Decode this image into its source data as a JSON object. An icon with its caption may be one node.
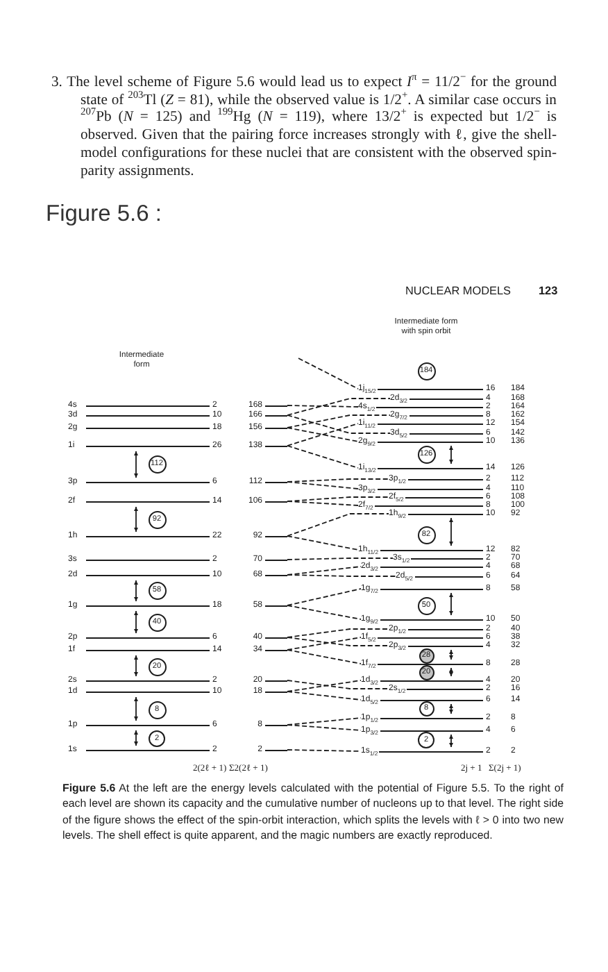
{
  "diagram": {
    "title": "Figure 5.6 :",
    "caption": "**Figure 5.6** At the left are the energy levels calculated with the potential of Figure 5.5. To the right of each level are shown its capacity and the cumulative number of nucleons up to that level. The right side of the figure shows the effect of the spin-orbit interaction, which splits the levels with ℓ > 0 into two new levels. The shell effect is quite apparent, and the magic numbers are exactly reproduced.",
    "nodes": [
      {
        "text": [
          "4s",
          "2",
          "168"
        ]
      },
      {
        "text": [
          "3d",
          "10",
          "166"
        ]
      },
      {
        "text": [
          "2g",
          "18",
          "156"
        ]
      },
      {
        "text": [
          "1i",
          "26",
          "138"
        ]
      },
      {
        "text": [
          "112"
        ]
      },
      {
        "text": [
          "3p",
          "6",
          "112"
        ]
      },
      {
        "text": [
          "2f",
          "14",
          "106"
        ]
      },
      {
        "text": [
          "92"
        ]
      },
      {
        "text": [
          "1h",
          "22",
          "92"
        ]
      },
      {
        "text": [
          "3s",
          "2",
          "70"
        ]
      },
      {
        "text": [
          "2d",
          "10",
          "68"
        ]
      },
      {
        "text": [
          "58"
        ]
      },
      {
        "text": [
          "1g",
          "18",
          "58"
        ]
      },
      {
        "text": [
          "40"
        ]
      },
      {
        "text": [
          "2p",
          "6",
          "40"
        ]
      },
      {
        "text": [
          "1f",
          "14",
          "34"
        ]
      },
      {
        "text": [
          "20"
        ]
      },
      {
        "text": [
          "2s",
          "2",
          "20"
        ]
      },
      {
        "text": [
          "1d",
          "10",
          "18"
        ]
      },
      {
        "text": [
          "8"
        ]
      },
      {
        "text": [
          "1p",
          "6",
          "8"
        ]
      },
      {
        "text": [
          "2"
        ]
      },
      {
        "text": [
          "1s",
          "2",
          "2"
        ]
      },
      {
        "text": [
          "184"
        ]
      },
      {
        "text": [
          "1j$_{15/2}$",
          "16",
          "184"
        ]
      },
      {
        "text": [
          "2d$_{3/2}$",
          "4",
          "168"
        ]
      },
      {
        "text": [
          "4s$_{1/2}$",
          "2",
          "164"
        ]
      },
      {
        "text": [
          "2g$_{7/2}$",
          "8",
          "162"
        ]
      },
      {
        "text": [
          "1i$_{11/2}$",
          "12",
          "154"
        ]
      },
      {
        "text": [
          "3d$_{5/2}$",
          "6",
          "142"
        ]
      },
      {
        "text": [
          "2g$_{9/2}$",
          "10",
          "136"
        ]
      },
      {
        "text": [
          "126"
        ]
      },
      {
        "text": [
          "1i$_{13/2}$",
          "14",
          "126"
        ]
      },
      {
        "text": [
          "3p$_{1/2}$",
          "2",
          "112"
        ]
      },
      {
        "text": [
          "3p$_{3/2}$",
          "4",
          "110"
        ]
      },
      {
        "text": [
          "2f$_{5/2}$",
          "6",
          "108"
        ]
      },
      {
        "text": [
          "2f$_{7/2}$",
          "8",
          "100"
        ]
      },
      {
        "text": [
          "1h$_{9/2}$",
          "10",
          "92"
        ]
      },
      {
        "text": [
          "82"
        ]
      },
      {
        "text": [
          "1h$_{11/2}$",
          "12",
          "82"
        ]
      },
      {
        "text": [
          "3s$_{1/2}$",
          "2",
          "70"
        ]
      },
      {
        "text": [
          "2d$_{3/2}$",
          "4",
          "68"
        ]
      },
      {
        "text": [
          "2d$_{5/2}$",
          "6",
          "64"
        ]
      },
      {
        "text": [
          "1g$_{7/2}$",
          "8",
          "58"
        ]
      },
      {
        "text": [
          "50"
        ]
      },
      {
        "text": [
          "1g$_{9/2}$",
          "10",
          "50"
        ]
      },
      {
        "text": [
          "2p$_{1/2}$",
          "2",
          "40"
        ]
      },
      {
        "text": [
          "1f$_{5/2}$",
          "6",
          "38"
        ]
      },
      {
        "text": [
          "2p$_{3/2}$",
          "4",
          "32"
        ]
      },
      {
        "text": [
          "28"
        ]
      },
      {
        "text": [
          "1f$_{7/2}$",
          "8",
          "28"
        ]
      },
      {
        "text": [
          "20"
        ]
      },
      {
        "text": [
          "1d$_{3/2}$",
          "4",
          "20"
        ]
      },
      {
        "text": [
          "2s$_{1/2}$",
          "2",
          "16"
        ]
      },
      {
        "text": [
          "1d$_{5/2}$",
          "6",
          "14"
        ]
      },
      {
        "text": [
          "8"
        ]
      },
      {
        "text": [
          "1p$_{1/2}$",
          "2",
          "8"
        ]
      },
      {
        "text": [
          "1p$_{3/2}$",
          "4",
          "6"
        ]
      },
      {
        "text": [
          "2"
        ]
      },
      {
        "text": [
          "1s$_{1/2}$",
          "2",
          "2"
        ]
      }
    ],
    "edges": [
      {
        "from": null,
        "to": 24,
        "arrow": "none",
        "style": "dashed"
      },
      {
        "from": 0,
        "to": 26,
        "arrow": "none",
        "style": "dashed"
      },
      {
        "from": 1,
        "to": 25,
        "arrow": "none",
        "style": "dashed"
      },
      {
        "from": 1,
        "to": 29,
        "arrow": "none",
        "style": "dashed"
      },
      {
        "from": 2,
        "to": 27,
        "arrow": "none",
        "style": "dashed"
      },
      {
        "from": 2,
        "to": 30,
        "arrow": "none",
        "style": "dashed"
      },
      {
        "from": 3,
        "to": 28,
        "arrow": "none",
        "style": "dashed"
      },
      {
        "from": 3,
        "to": 32,
        "arrow": "none",
        "style": "dashed"
      },
      {
        "from": 5,
        "to": 33,
        "arrow": "none",
        "style": "dashed"
      },
      {
        "from": 5,
        "to": 34,
        "arrow": "none",
        "style": "dashed"
      },
      {
        "from": 6,
        "to": 35,
        "arrow": "none",
        "style": "dashed"
      },
      {
        "from": 6,
        "to": 36,
        "arrow": "none",
        "style": "dashed"
      },
      {
        "from": 8,
        "to": 37,
        "arrow": "none",
        "style": "dashed"
      },
      {
        "from": 8,
        "to": 39,
        "arrow": "none",
        "style": "dashed"
      },
      {
        "from": 9,
        "to": 40,
        "arrow": "none",
        "style": "dashed"
      },
      {
        "from": 10,
        "to": 41,
        "arrow": "none",
        "style": "dashed"
      },
      {
        "from": 10,
        "to": 42,
        "arrow": "none",
        "style": "dashed"
      },
      {
        "from": 12,
        "to": 43,
        "arrow": "none",
        "style": "dashed"
      },
      {
        "from": 12,
        "to": 45,
        "arrow": "none",
        "style": "dashed"
      },
      {
        "from": 14,
        "to": 46,
        "arrow": "none",
        "style": "dashed"
      },
      {
        "from": 14,
        "to": 48,
        "arrow": "none",
        "style": "dashed"
      },
      {
        "from": 15,
        "to": 47,
        "arrow": "none",
        "style": "dashed"
      },
      {
        "from": 15,
        "to": 50,
        "arrow": "none",
        "style": "dashed"
      },
      {
        "from": 17,
        "to": 53,
        "arrow": "none",
        "style": "dashed"
      },
      {
        "from": 18,
        "to": 52,
        "arrow": "none",
        "style": "dashed"
      },
      {
        "from": 18,
        "to": 54,
        "arrow": "none",
        "style": "dashed"
      },
      {
        "from": 20,
        "to": 56,
        "arrow": "none",
        "style": "dashed"
      },
      {
        "from": 20,
        "to": 57,
        "arrow": "none",
        "style": "dashed"
      },
      {
        "from": 22,
        "to": 59,
        "arrow": "none",
        "style": "dashed"
      },
      {
        "from": 3,
        "to": 5,
        "arrow": "both"
      },
      {
        "from": 6,
        "to": 8,
        "arrow": "both"
      },
      {
        "from": 10,
        "to": 12,
        "arrow": "both"
      },
      {
        "from": 12,
        "to": 14,
        "arrow": "both"
      },
      {
        "from": 15,
        "to": 17,
        "arrow": "both"
      },
      {
        "from": 18,
        "to": 20,
        "arrow": "both"
      },
      {
        "from": 20,
        "to": 22,
        "arrow": "both"
      },
      {
        "from": 30,
        "to": 32,
        "arrow": "both"
      },
      {
        "from": 37,
        "to": 39,
        "arrow": "both"
      },
      {
        "from": 43,
        "to": 45,
        "arrow": "both"
      },
      {
        "from": 48,
        "to": 50,
        "arrow": "both"
      },
      {
        "from": 50,
        "to": 52,
        "arrow": "both"
      },
      {
        "from": 54,
        "to": 56,
        "arrow": "both"
      },
      {
        "from": 57,
        "to": 59,
        "arrow": "both"
      }
    ],
    "labels": [
      "3. The level scheme of Figure 5.6 would lead us to expect *I*$^{π}$ = 11/2$^{−}$ for the ground state of $^{203}$Tl (*Z* = 81), while the observed value is 1/2$^{+}$. A similar case occurs in $^{207}$Pb (*N* = 125) and $^{199}$Hg (*N* = 119), where 13/2$^{+}$ is expected but 1/2$^{−}$ is observed. Given that the pairing force increases strongly with ℓ, give the shell-model configurations for these nuclei that are consistent with the observed spin-parity assignments.",
      "NUCLEAR MODELS",
      "123",
      "Intermediate form with spin orbit",
      "Intermediate form",
      "2(2ℓ + 1)",
      "Σ2(2ℓ + 1)",
      "2j + 1",
      "Σ(2j + 1)"
    ]
  }
}
